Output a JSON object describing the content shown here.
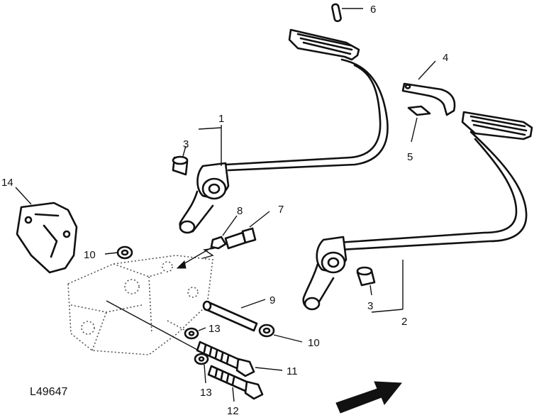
{
  "figure_id": "L49647",
  "callouts": {
    "c1": "1",
    "c2": "2",
    "c3a": "3",
    "c3b": "3",
    "c4": "4",
    "c5": "5",
    "c6": "6",
    "c7": "7",
    "c8": "8",
    "c9": "9",
    "c10a": "10",
    "c10b": "10",
    "c11": "11",
    "c12": "12",
    "c13a": "13",
    "c13b": "13",
    "c14": "14"
  }
}
